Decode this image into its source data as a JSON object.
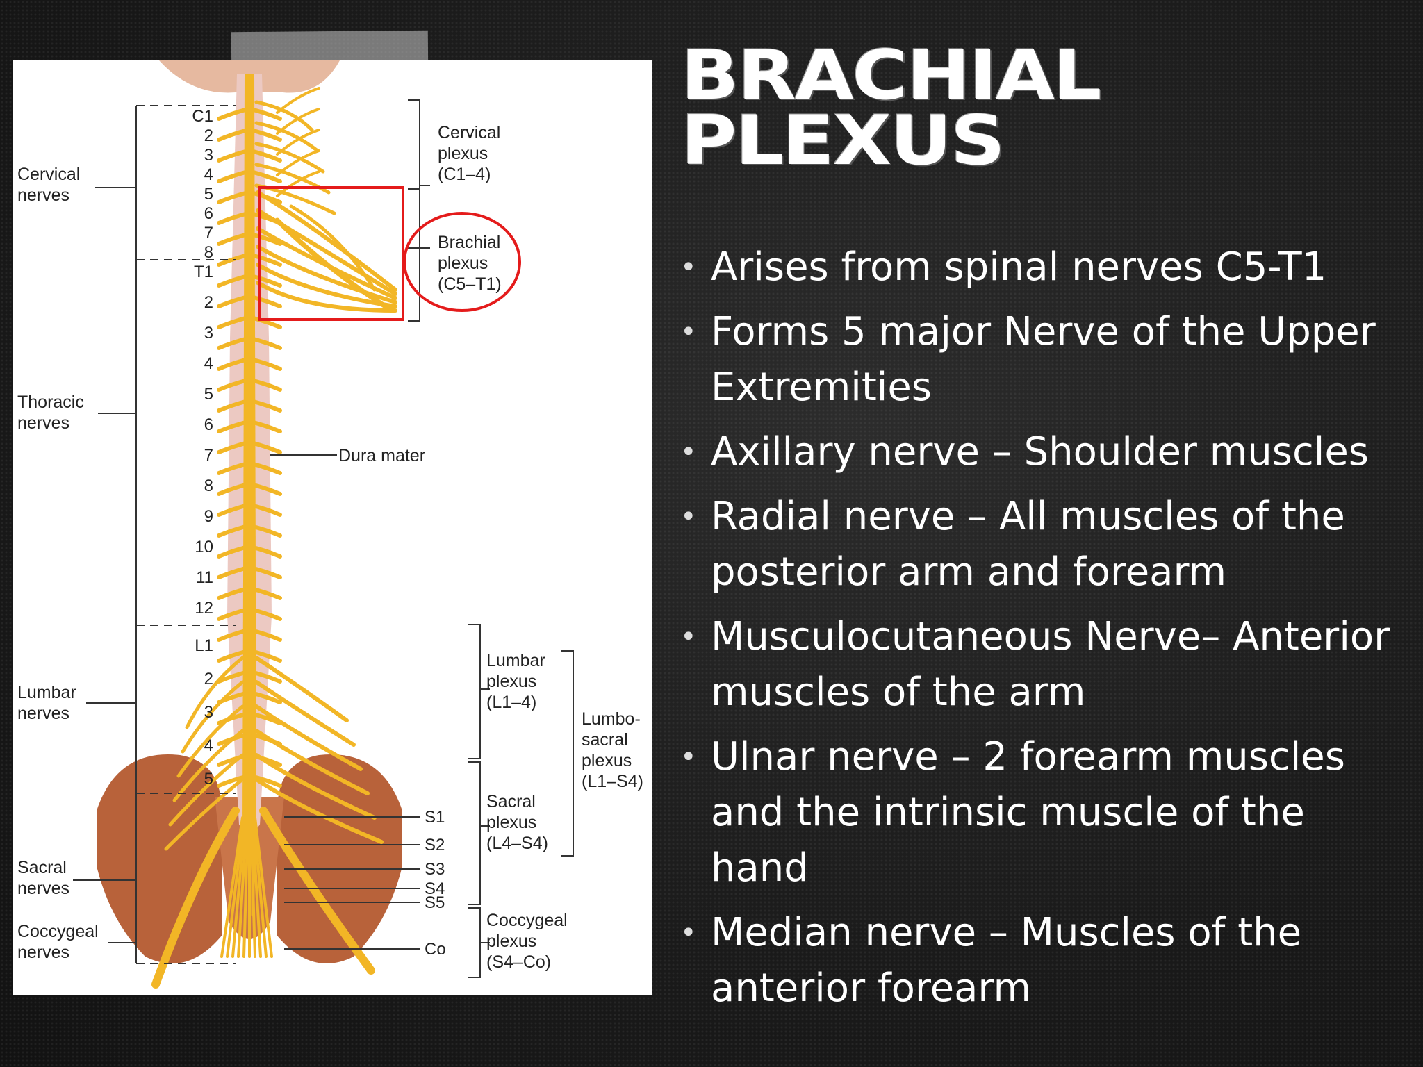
{
  "slide": {
    "title_lines": [
      "BRACHIAL",
      "PLEXUS"
    ],
    "bullets": [
      "Arises from spinal nerves C5-T1",
      "Forms 5 major Nerve of the Upper Extremities",
      "Axillary nerve – Shoulder muscles",
      "Radial nerve – All muscles of the posterior arm and forearm",
      "Musculocutaneous Nerve– Anterior muscles of the arm",
      "Ulnar nerve – 2 forearm muscles and the intrinsic muscle of the hand",
      "Median nerve – Muscles of the anterior forearm"
    ]
  },
  "diagram": {
    "left_labels": {
      "cervical": [
        "Cervical",
        "nerves"
      ],
      "thoracic": [
        "Thoracic",
        "nerves"
      ],
      "lumbar": [
        "Lumbar",
        "nerves"
      ],
      "sacral": [
        "Sacral",
        "nerves"
      ],
      "coccygeal": [
        "Coccygeal",
        "nerves"
      ]
    },
    "segment_numbers": {
      "cervical": [
        "C1",
        "2",
        "3",
        "4",
        "5",
        "6",
        "7",
        "8"
      ],
      "thoracic": [
        "T1",
        "2",
        "3",
        "4",
        "5",
        "6",
        "7",
        "8",
        "9",
        "10",
        "11",
        "12"
      ],
      "lumbar": [
        "L1",
        "2",
        "3",
        "4",
        "5"
      ]
    },
    "right_labels": {
      "cervical_plexus": [
        "Cervical",
        "plexus",
        "(C1–4)"
      ],
      "brachial_plexus": [
        "Brachial",
        "plexus",
        "(C5–T1)"
      ],
      "dura_mater": "Dura mater",
      "lumbar_plexus": [
        "Lumbar",
        "plexus",
        "(L1–4)"
      ],
      "lumbosacral_plexus": [
        "Lumbo-",
        "sacral",
        "plexus",
        "(L1–S4)"
      ],
      "sacral_plexus": [
        "Sacral",
        "plexus",
        "(L4–S4)"
      ],
      "coccygeal_plexus": [
        "Coccygeal",
        "plexus",
        "(S4–Co)"
      ],
      "sacral_levels": [
        "S1",
        "S2",
        "S3",
        "S4",
        "S5",
        "Co"
      ]
    },
    "colors": {
      "nerve": "#f2b626",
      "nerve_outline": "#d98c10",
      "bone": "#b8623a",
      "cord": "#e9c8c0",
      "highlight": "#e41b1b"
    }
  }
}
